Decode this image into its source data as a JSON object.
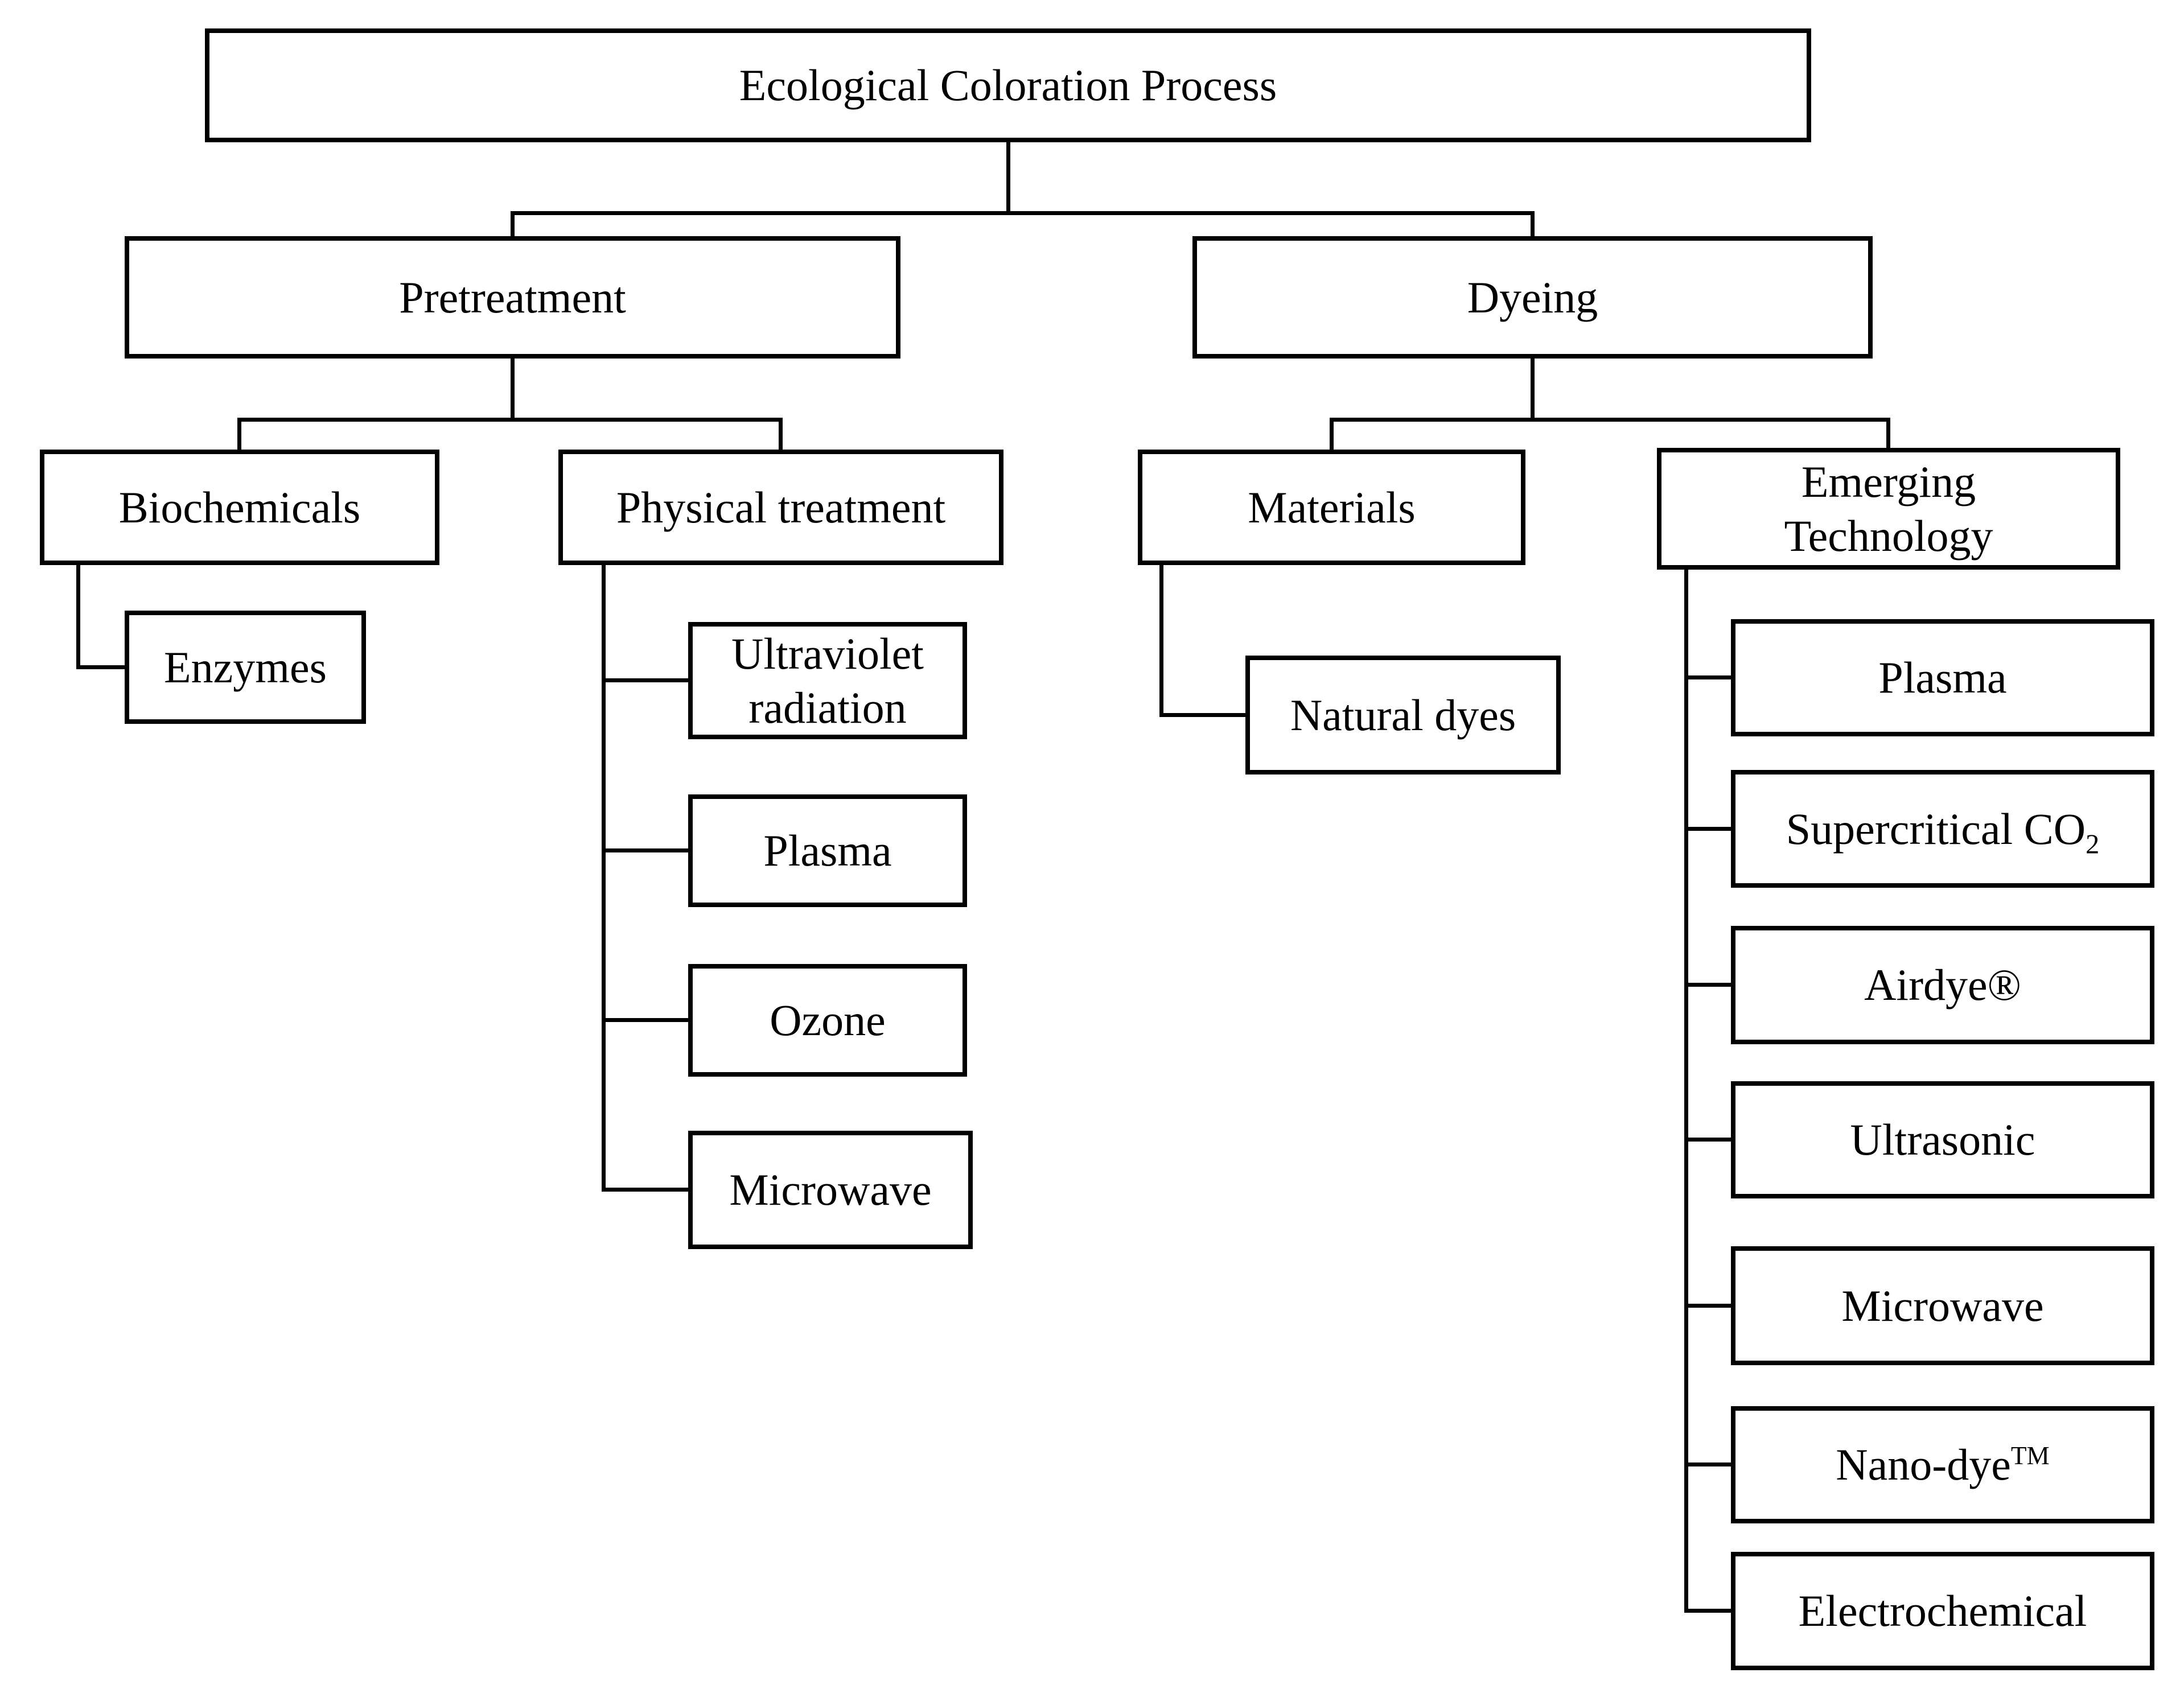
{
  "diagram": {
    "title": "Ecological Coloration Process",
    "colors": {
      "ink": "#000000",
      "background": "#ffffff"
    },
    "nodes": {
      "root": {
        "label": "Ecological Coloration Process"
      },
      "pretreatment": {
        "label": "Pretreatment"
      },
      "dyeing": {
        "label": "Dyeing"
      },
      "biochemicals": {
        "label": "Biochemicals"
      },
      "physical_treatment": {
        "label": "Physical treatment"
      },
      "materials": {
        "label": "Materials"
      },
      "emerging_technology": {
        "label": "Emerging Technology"
      },
      "enzymes": {
        "label": "Enzymes"
      },
      "ultraviolet_radiation": {
        "label": "Ultraviolet radiation"
      },
      "plasma_pretreatment": {
        "label": "Plasma"
      },
      "ozone": {
        "label": "Ozone"
      },
      "microwave_pretreatment": {
        "label": "Microwave"
      },
      "natural_dyes": {
        "label": "Natural dyes"
      },
      "plasma_dyeing": {
        "label": "Plasma"
      },
      "supercritical_co2": {
        "label": "Supercritical CO",
        "subscript": "2"
      },
      "airdye": {
        "label": "Airdye®"
      },
      "ultrasonic": {
        "label": "Ultrasonic"
      },
      "microwave_dyeing": {
        "label": "Microwave"
      },
      "nano_dye": {
        "label": "Nano-dye",
        "superscript": "TM"
      },
      "electrochemical": {
        "label": "Electrochemical"
      }
    },
    "hierarchy": {
      "Ecological Coloration Process": {
        "Pretreatment": {
          "Biochemicals": [
            "Enzymes"
          ],
          "Physical treatment": [
            "Ultraviolet radiation",
            "Plasma",
            "Ozone",
            "Microwave"
          ]
        },
        "Dyeing": {
          "Materials": [
            "Natural dyes"
          ],
          "Emerging Technology": [
            "Plasma",
            "Supercritical CO2",
            "Airdye®",
            "Ultrasonic",
            "Microwave",
            "Nano-dyeTM",
            "Electrochemical"
          ]
        }
      }
    }
  }
}
